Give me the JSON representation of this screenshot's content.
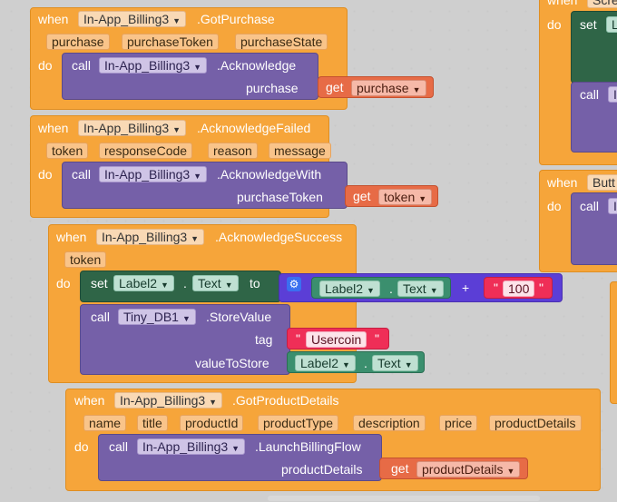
{
  "common": {
    "when": "when",
    "do": "do",
    "call": "call",
    "set": "set",
    "get": "get",
    "to": "to",
    "dot": "."
  },
  "b1": {
    "component": "In-App_Billing3",
    "event": ".GotPurchase",
    "params": [
      "purchase",
      "purchaseToken",
      "purchaseState"
    ],
    "call": {
      "component": "In-App_Billing3",
      "method": ".Acknowledge",
      "arg": "purchase",
      "get": "purchase"
    }
  },
  "b2": {
    "component": "In-App_Billing3",
    "event": ".AcknowledgeFailed",
    "params": [
      "token",
      "responseCode",
      "reason",
      "message"
    ],
    "call": {
      "component": "In-App_Billing3",
      "method": ".AcknowledgeWith",
      "arg": "purchaseToken",
      "get": "token"
    }
  },
  "b3": {
    "component": "In-App_Billing3",
    "event": ".AcknowledgeSuccess",
    "params": [
      "token"
    ],
    "set": {
      "component": "Label2",
      "prop": "Text",
      "to": "to",
      "add_left_component": "Label2",
      "add_left_prop": "Text",
      "op": "+",
      "quote": "\"",
      "number": "100"
    },
    "call": {
      "component": "Tiny_DB1",
      "method": ".StoreValue",
      "arg1": "tag",
      "text": "Usercoin",
      "arg2": "valueToStore",
      "val_component": "Label2",
      "val_prop": "Text"
    }
  },
  "b4": {
    "component": "In-App_Billing3",
    "event": ".GotProductDetails",
    "params": [
      "name",
      "title",
      "productId",
      "productType",
      "description",
      "price",
      "productDetails"
    ],
    "call": {
      "component": "In-App_Billing3",
      "method": ".LaunchBillingFlow",
      "arg": "productDetails",
      "get": "productDetails"
    }
  },
  "right": {
    "when1": "when",
    "partial1": "Scre",
    "set": "set",
    "partial2": "L",
    "call": "call",
    "partial3": "I",
    "when2": "when",
    "partial4": "Butt",
    "call2": "call",
    "partial5": "I"
  }
}
